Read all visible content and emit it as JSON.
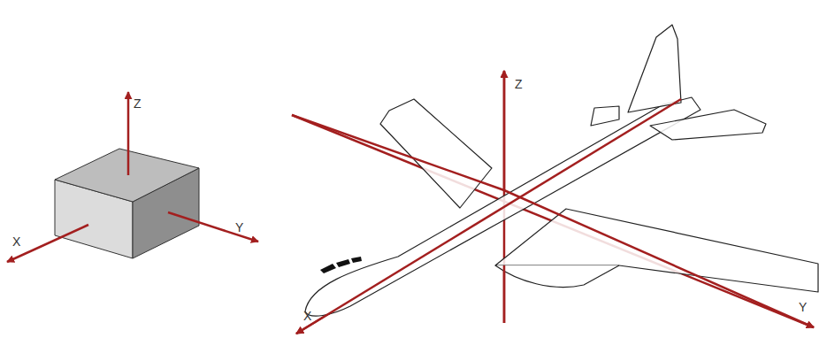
{
  "diagram": {
    "labels": [
      "Z",
      "Y",
      "X",
      "Z",
      "X",
      "Y"
    ]
  }
}
